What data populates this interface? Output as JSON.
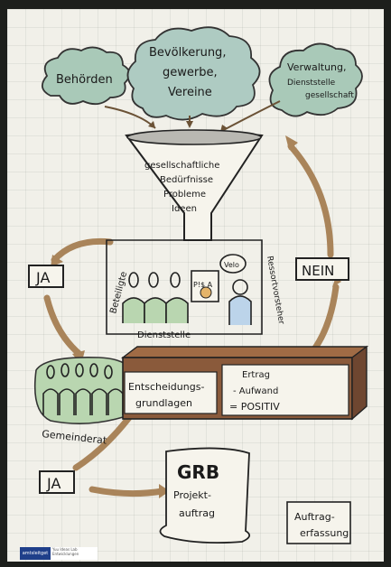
{
  "clouds": {
    "behoerden": "Behörden",
    "bevoelkerung": [
      "Bevölkerung,",
      "gewerbe,",
      "Vereine"
    ],
    "verwaltung": [
      "Verwaltung,",
      "Dienststelle",
      "gesellschaft"
    ]
  },
  "funnel": [
    "gesellschaftliche",
    "Bedürfnisse",
    "Probleme",
    "Ideen"
  ],
  "ja_top": "JA",
  "nein": "NEIN",
  "ja_bottom": "JA",
  "scene": {
    "beteiligte": "Beteiligte",
    "dienststelle": "Dienststelle",
    "ressortvorsteher": "Ressortvorsteher",
    "bubble": "Velo",
    "board": "P!$ A"
  },
  "gemeinderat": "Gemeinderat",
  "entscheidung": [
    "Entscheidungs-",
    "grundlagen"
  ],
  "ertrag": [
    "Ertrag",
    "- Aufwand",
    "= POSITIV"
  ],
  "scroll": {
    "title": "GRB",
    "lines": [
      "Projekt-",
      "auftrag"
    ]
  },
  "auftrag": [
    "Auftrag-",
    "erfassung"
  ],
  "footer": {
    "logo": "amtsleitget",
    "lines": [
      "Yuu Ideas Lab",
      "Entwicklungen"
    ]
  },
  "colors": {
    "cloud_fill": "#a9c9b8",
    "cloud_blue": "#9ab7d3",
    "arrow": "#a9845a",
    "box_brown": "#8a5a3b",
    "green": "#b9d6b0",
    "sky": "#bcd4ea"
  }
}
